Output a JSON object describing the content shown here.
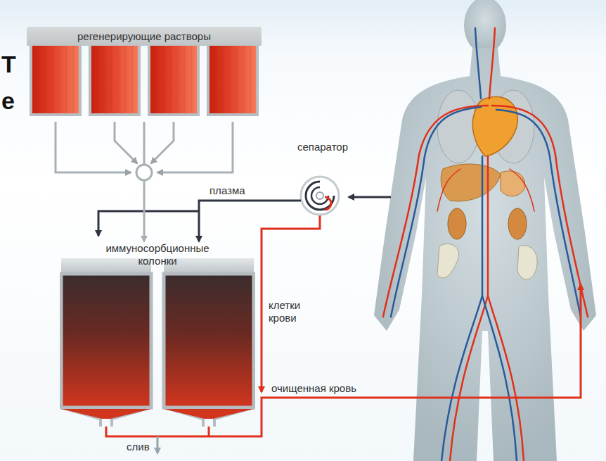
{
  "diagram": {
    "nodes": [
      {
        "text": [
          "регенерирующие растворы"
        ]
      },
      {
        "text": [
          "сепаратор"
        ]
      },
      {
        "text": [
          "иммуносорбционные колонки"
        ]
      }
    ],
    "edges": [
      {
        "from": 0,
        "to": 2,
        "arrow": "to"
      },
      {
        "from": 1,
        "to": 2,
        "label": "плазма",
        "arrow": "to"
      }
    ],
    "labels": [
      "клетки крови",
      "очищенная кровь",
      "слив",
      "Т",
      "е"
    ]
  }
}
